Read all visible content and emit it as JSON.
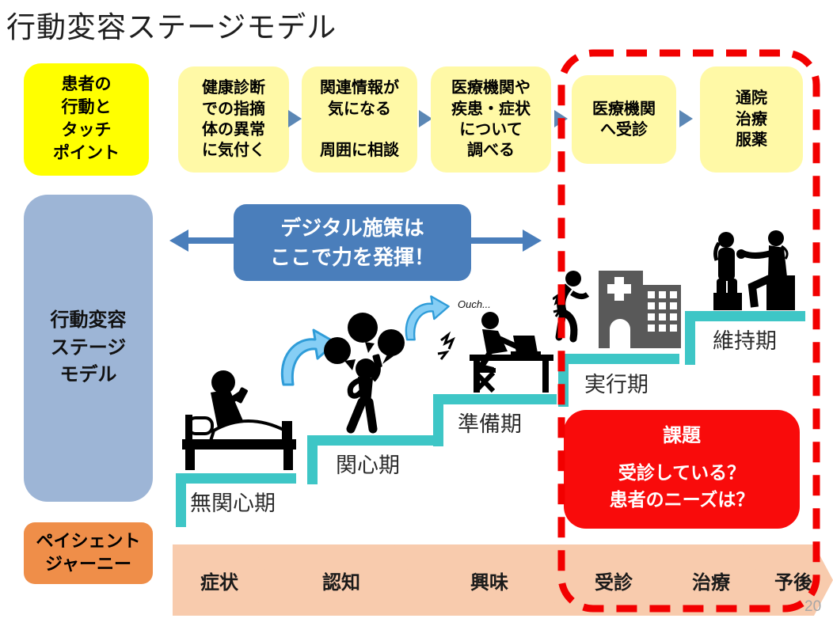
{
  "title": "行動変容ステージモデル",
  "page_number": "20",
  "touchpoints": {
    "header": {
      "lines": [
        "患者の",
        "行動と",
        "タッチ",
        "ポイント"
      ]
    },
    "steps": [
      {
        "lines": [
          "健康診断",
          "での指摘",
          "体の異常",
          "に気付く"
        ]
      },
      {
        "lines": [
          "関連情報が",
          "気になる",
          "",
          "周囲に相談"
        ]
      },
      {
        "lines": [
          "医療機関や",
          "疾患・症状",
          "について",
          "調べる"
        ]
      },
      {
        "lines": [
          "医療機関",
          "へ受診"
        ]
      },
      {
        "lines": [
          "通院",
          "治療",
          "服薬"
        ]
      }
    ]
  },
  "model": {
    "lines": [
      "行動変容",
      "ステージ",
      "モデル"
    ]
  },
  "banner": {
    "lines": [
      "デジタル施策は",
      "ここで力を発揮！"
    ]
  },
  "stages": [
    {
      "label": "無関心期",
      "icon": "person-in-bed-icon"
    },
    {
      "label": "関心期",
      "icon": "person-phone-bubbles-icon"
    },
    {
      "label": "準備期",
      "icon": "person-desk-laptop-icon",
      "note": "Ouch..."
    },
    {
      "label": "実行期",
      "icon": "person-walking-hospital-icon"
    },
    {
      "label": "維持期",
      "icon": "doctor-examining-patient-icon"
    }
  ],
  "issue": {
    "title": "課題",
    "lines": [
      "受診している？",
      "患者のニーズは？"
    ]
  },
  "journey": {
    "header_lines": [
      "ペイシェント",
      "ジャーニー"
    ],
    "phases": [
      "症状",
      "認知",
      "興味",
      "受診",
      "治療",
      "予後"
    ]
  },
  "colors": {
    "highlight_yellow": "#FFFF00",
    "step_yellow": "#FFF9A6",
    "stage_blue": "#9DB5D6",
    "banner_blue": "#4A7EBB",
    "arrow_blue": "#5B87B5",
    "stair_teal": "#3EC6C6",
    "issue_red": "#F90B0B",
    "journey_orange": "#EF8E49",
    "chevron_peach": "#F8CBAD",
    "building_gray": "#595959",
    "curved_arrow_blue": "#86CEF5",
    "dashed_border_red": "#F20000"
  }
}
